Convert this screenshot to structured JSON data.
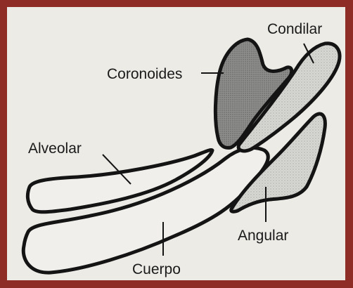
{
  "figure": {
    "labels": {
      "condilar": "Condilar",
      "coronoides": "Coronoides",
      "alveolar": "Alveolar",
      "angular": "Angular",
      "cuerpo": "Cuerpo"
    },
    "colors": {
      "frame": "#8e2c26",
      "paper": "#ecebe6",
      "outline": "#141414",
      "shaded_dark": "#8c8c8c",
      "shaded_light": "#d2d2ce"
    }
  }
}
